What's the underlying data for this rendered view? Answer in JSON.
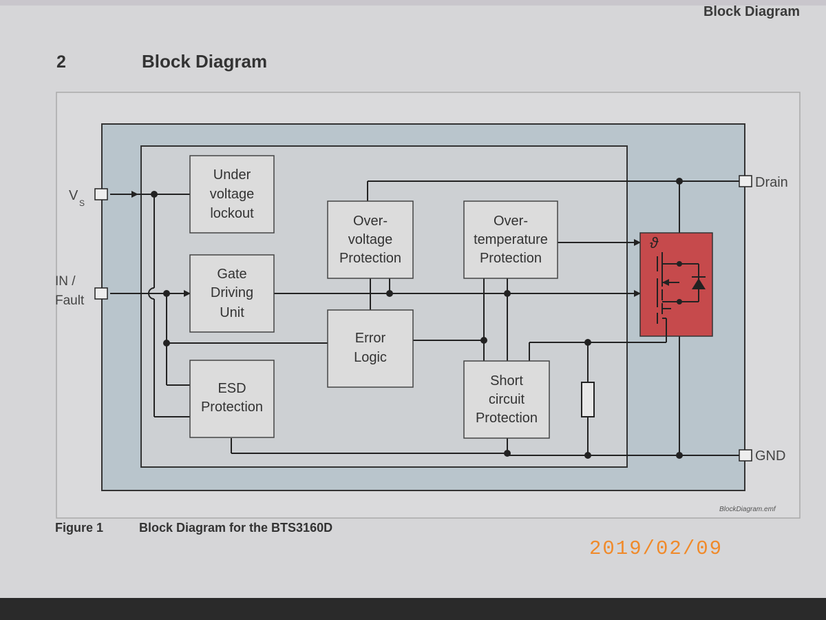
{
  "header": {
    "right_title": "Block Diagram"
  },
  "section": {
    "number": "2",
    "title": "Block Diagram"
  },
  "pins": {
    "vs": "V",
    "vs_sub": "S",
    "in_line1": "IN /",
    "in_line2": "Fault",
    "drain": "Drain",
    "gnd": "GND"
  },
  "blocks": {
    "uvlo": [
      "Under",
      "voltage",
      "lockout"
    ],
    "gate": [
      "Gate",
      "Driving",
      "Unit"
    ],
    "esd": [
      "ESD",
      "Protection"
    ],
    "ovp": [
      "Over-",
      "voltage",
      "Protection"
    ],
    "error": [
      "Error",
      "Logic"
    ],
    "otp": [
      "Over-",
      "temperature",
      "Protection"
    ],
    "scp": [
      "Short",
      "circuit",
      "Protection"
    ],
    "theta": "ϑ"
  },
  "figure": {
    "label": "Figure 1",
    "caption": "Block Diagram for the BTS3160D",
    "file": "BlockDiagram.emf"
  },
  "timestamp": "2019/02/09",
  "colors": {
    "outer_fill": "#b9c5cc",
    "inner_fill": "#cdd0d3",
    "block_fill": "#dcdcdc",
    "power_fill": "#c64a4c",
    "wire": "#222222",
    "timestamp": "#f08a2a"
  }
}
